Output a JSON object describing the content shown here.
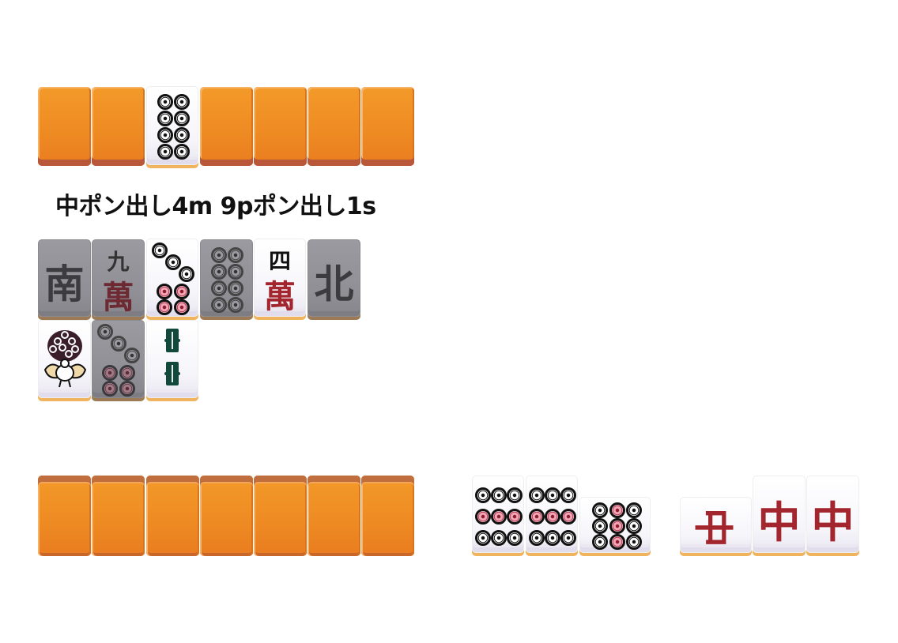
{
  "caption": "中ポン出し4m 9pポン出し1s",
  "colors": {
    "tile_back": "#ee8a22",
    "tile_face": "#ffffff",
    "tile_dim": "#8f8f95",
    "dragon_red": "#a3262e",
    "bamboo_green": "#13483d",
    "pin_red": "#f2a5b5"
  },
  "top_opponent_hand": {
    "tiles": [
      {
        "type": "back"
      },
      {
        "type": "back"
      },
      {
        "type": "face",
        "tile": "8p",
        "label": "8 pin"
      },
      {
        "type": "back"
      },
      {
        "type": "back"
      },
      {
        "type": "back"
      },
      {
        "type": "back"
      }
    ]
  },
  "discards": {
    "row1": [
      {
        "tile": "S",
        "glyph": "南",
        "dimmed": true
      },
      {
        "tile": "9m",
        "glyph_top": "九",
        "glyph_bottom": "萬",
        "dimmed": true
      },
      {
        "tile": "7p",
        "dimmed": false
      },
      {
        "tile": "8p",
        "dimmed": true
      },
      {
        "tile": "4m",
        "glyph_top": "四",
        "glyph_bottom": "萬",
        "dimmed": false
      },
      {
        "tile": "N",
        "glyph": "北",
        "dimmed": true
      }
    ],
    "row2": [
      {
        "tile": "1s",
        "glyph": "peacock",
        "dimmed": false
      },
      {
        "tile": "7p",
        "dimmed": true
      },
      {
        "tile": "2s",
        "dimmed": false
      }
    ]
  },
  "player_hand": {
    "tiles": [
      {
        "type": "back"
      },
      {
        "type": "back"
      },
      {
        "type": "back"
      },
      {
        "type": "back"
      },
      {
        "type": "back"
      },
      {
        "type": "back"
      },
      {
        "type": "back"
      }
    ]
  },
  "melds": [
    {
      "name": "9p pon",
      "tiles": [
        {
          "tile": "9p",
          "sideways": false
        },
        {
          "tile": "9p",
          "sideways": false
        },
        {
          "tile": "9p",
          "sideways": true
        }
      ]
    },
    {
      "name": "chun pon",
      "tiles": [
        {
          "tile": "C",
          "glyph": "中",
          "sideways": true
        },
        {
          "tile": "C",
          "glyph": "中",
          "sideways": false
        },
        {
          "tile": "C",
          "glyph": "中",
          "sideways": false
        }
      ]
    }
  ]
}
